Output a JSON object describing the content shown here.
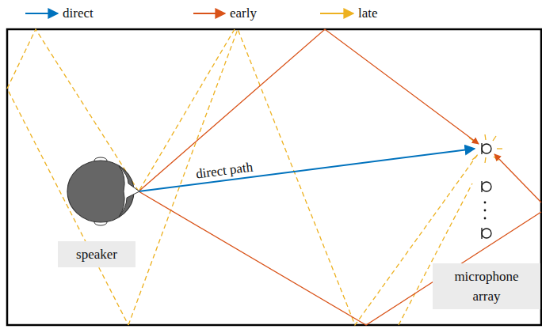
{
  "diagram": {
    "nodes": [
      {
        "text": [
          "speaker"
        ]
      },
      {
        "text": [
          "microphone array"
        ]
      }
    ],
    "labels": [
      "direct path"
    ],
    "legend": [
      {
        "text": "direct"
      },
      {
        "text": "early"
      },
      {
        "text": "late"
      }
    ]
  }
}
